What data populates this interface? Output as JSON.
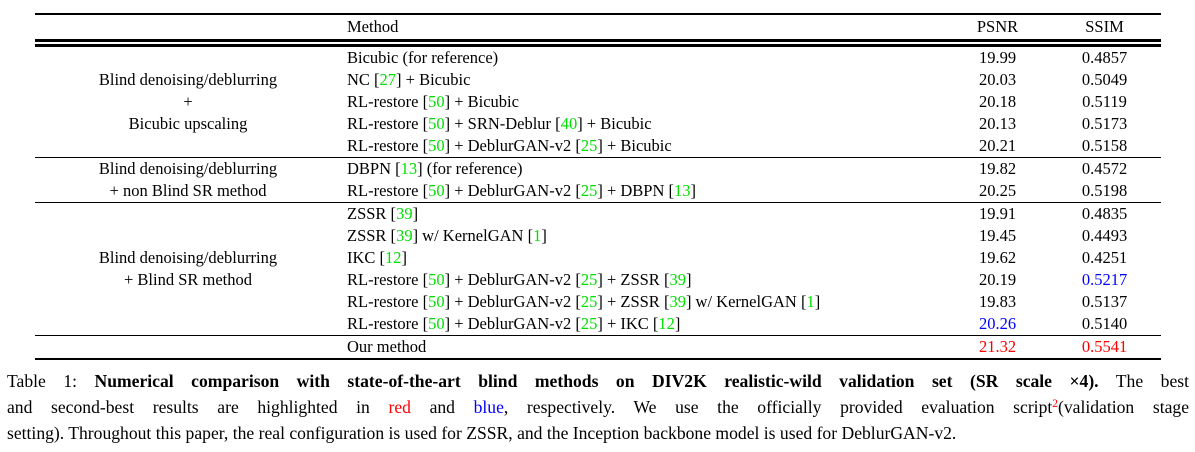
{
  "colors": {
    "citation_green": "#00e000",
    "best_red": "#ff0000",
    "second_best_blue": "#0000ff"
  },
  "table": {
    "headers": {
      "group": "",
      "method": "Method",
      "psnr": "PSNR",
      "ssim": "SSIM"
    },
    "groups": [
      {
        "label_lines": [
          "Blind denoising/deblurring",
          "+",
          "Bicubic upscaling"
        ],
        "rows": [
          {
            "method": [
              {
                "t": "Bicubic (for reference)",
                "c": "k"
              }
            ],
            "psnr": "19.99",
            "ssim": "0.4857",
            "pc": "",
            "sc": ""
          },
          {
            "method": [
              {
                "t": "NC [",
                "c": "k"
              },
              {
                "t": "27",
                "c": "g"
              },
              {
                "t": "] + Bicubic",
                "c": "k"
              }
            ],
            "psnr": "20.03",
            "ssim": "0.5049",
            "pc": "",
            "sc": ""
          },
          {
            "method": [
              {
                "t": "RL-restore [",
                "c": "k"
              },
              {
                "t": "50",
                "c": "g"
              },
              {
                "t": "] + Bicubic",
                "c": "k"
              }
            ],
            "psnr": "20.18",
            "ssim": "0.5119",
            "pc": "",
            "sc": ""
          },
          {
            "method": [
              {
                "t": "RL-restore [",
                "c": "k"
              },
              {
                "t": "50",
                "c": "g"
              },
              {
                "t": "] + SRN-Deblur [",
                "c": "k"
              },
              {
                "t": "40",
                "c": "g"
              },
              {
                "t": "] + Bicubic",
                "c": "k"
              }
            ],
            "psnr": "20.13",
            "ssim": "0.5173",
            "pc": "",
            "sc": ""
          },
          {
            "method": [
              {
                "t": "RL-restore [",
                "c": "k"
              },
              {
                "t": "50",
                "c": "g"
              },
              {
                "t": "] + DeblurGAN-v2 [",
                "c": "k"
              },
              {
                "t": "25",
                "c": "g"
              },
              {
                "t": "] + Bicubic",
                "c": "k"
              }
            ],
            "psnr": "20.21",
            "ssim": "0.5158",
            "pc": "",
            "sc": ""
          }
        ]
      },
      {
        "label_lines": [
          "Blind denoising/deblurring",
          "+ non Blind SR method"
        ],
        "rows": [
          {
            "method": [
              {
                "t": "DBPN [",
                "c": "k"
              },
              {
                "t": "13",
                "c": "g"
              },
              {
                "t": "] (for reference)",
                "c": "k"
              }
            ],
            "psnr": "19.82",
            "ssim": "0.4572",
            "pc": "",
            "sc": ""
          },
          {
            "method": [
              {
                "t": "RL-restore [",
                "c": "k"
              },
              {
                "t": "50",
                "c": "g"
              },
              {
                "t": "] + DeblurGAN-v2 [",
                "c": "k"
              },
              {
                "t": "25",
                "c": "g"
              },
              {
                "t": "] + DBPN [",
                "c": "k"
              },
              {
                "t": "13",
                "c": "g"
              },
              {
                "t": "]",
                "c": "k"
              }
            ],
            "psnr": "20.25",
            "ssim": "0.5198",
            "pc": "",
            "sc": ""
          }
        ]
      },
      {
        "label_lines": [
          "Blind denoising/deblurring",
          "+ Blind SR method"
        ],
        "rows": [
          {
            "method": [
              {
                "t": "ZSSR [",
                "c": "k"
              },
              {
                "t": "39",
                "c": "g"
              },
              {
                "t": "]",
                "c": "k"
              }
            ],
            "psnr": "19.91",
            "ssim": "0.4835",
            "pc": "",
            "sc": ""
          },
          {
            "method": [
              {
                "t": "ZSSR [",
                "c": "k"
              },
              {
                "t": "39",
                "c": "g"
              },
              {
                "t": "] w/ KernelGAN [",
                "c": "k"
              },
              {
                "t": "1",
                "c": "g"
              },
              {
                "t": "]",
                "c": "k"
              }
            ],
            "psnr": "19.45",
            "ssim": "0.4493",
            "pc": "",
            "sc": ""
          },
          {
            "method": [
              {
                "t": "IKC [",
                "c": "k"
              },
              {
                "t": "12",
                "c": "g"
              },
              {
                "t": "]",
                "c": "k"
              }
            ],
            "psnr": "19.62",
            "ssim": "0.4251",
            "pc": "",
            "sc": ""
          },
          {
            "method": [
              {
                "t": "RL-restore [",
                "c": "k"
              },
              {
                "t": "50",
                "c": "g"
              },
              {
                "t": "] + DeblurGAN-v2 [",
                "c": "k"
              },
              {
                "t": "25",
                "c": "g"
              },
              {
                "t": "] + ZSSR [",
                "c": "k"
              },
              {
                "t": "39",
                "c": "g"
              },
              {
                "t": "]",
                "c": "k"
              }
            ],
            "psnr": "20.19",
            "ssim": "0.5217",
            "pc": "",
            "sc": "second"
          },
          {
            "method": [
              {
                "t": "RL-restore [",
                "c": "k"
              },
              {
                "t": "50",
                "c": "g"
              },
              {
                "t": "] + DeblurGAN-v2 [",
                "c": "k"
              },
              {
                "t": "25",
                "c": "g"
              },
              {
                "t": "] + ZSSR [",
                "c": "k"
              },
              {
                "t": "39",
                "c": "g"
              },
              {
                "t": "] w/ KernelGAN [",
                "c": "k"
              },
              {
                "t": "1",
                "c": "g"
              },
              {
                "t": "]",
                "c": "k"
              }
            ],
            "psnr": "19.83",
            "ssim": "0.5137",
            "pc": "",
            "sc": ""
          },
          {
            "method": [
              {
                "t": "RL-restore [",
                "c": "k"
              },
              {
                "t": "50",
                "c": "g"
              },
              {
                "t": "] + DeblurGAN-v2 [",
                "c": "k"
              },
              {
                "t": "25",
                "c": "g"
              },
              {
                "t": "] + IKC [",
                "c": "k"
              },
              {
                "t": "12",
                "c": "g"
              },
              {
                "t": "]",
                "c": "k"
              }
            ],
            "psnr": "20.26",
            "ssim": "0.5140",
            "pc": "second",
            "sc": ""
          }
        ]
      }
    ],
    "final_row": {
      "method": [
        {
          "t": "Our method",
          "c": "k"
        }
      ],
      "psnr": "21.32",
      "ssim": "0.5541",
      "pc": "best",
      "sc": "best"
    }
  },
  "caption": {
    "lines": [
      [
        {
          "t": "Table 1: ",
          "s": "plain"
        },
        {
          "t": "Numerical comparison with state-of-the-art blind methods on DIV2K realistic-wild validation set (SR scale ×4).",
          "s": "bold"
        },
        {
          "t": " The best",
          "s": "plain"
        }
      ],
      [
        {
          "t": "and second-best results are highlighted in ",
          "s": "plain"
        },
        {
          "t": "red",
          "s": "red"
        },
        {
          "t": " and ",
          "s": "plain"
        },
        {
          "t": "blue",
          "s": "blue"
        },
        {
          "t": ", respectively. We use the officially provided evaluation script",
          "s": "plain"
        },
        {
          "t": "2",
          "s": "supred"
        },
        {
          "t": "(validation stage",
          "s": "plain"
        }
      ],
      [
        {
          "t": "setting). Throughout this paper, the real configuration is used for ZSSR, and the Inception backbone model is used for DeblurGAN-v2.",
          "s": "plain"
        }
      ]
    ]
  }
}
